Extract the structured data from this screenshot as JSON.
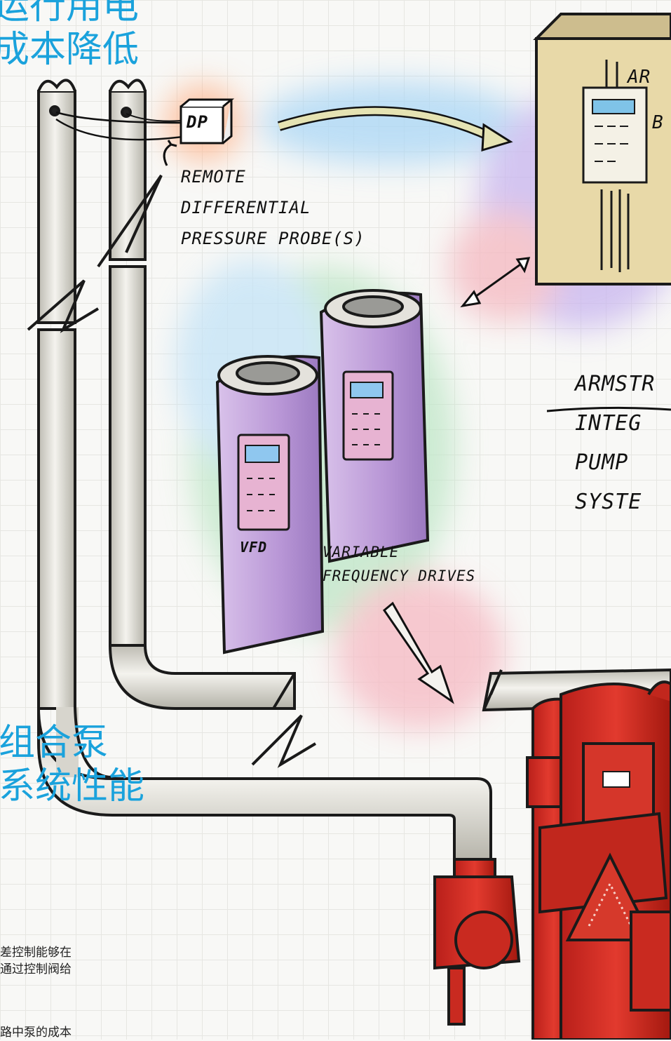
{
  "top_heading": {
    "line1": "运行用电",
    "line2": "成本降低"
  },
  "mid_heading": {
    "line1": "组合泵",
    "line2": "系统性能"
  },
  "body": {
    "para1_line1": "差控制能够在",
    "para1_line2": "通过控制阀给",
    "para2_line1": "路中泵的成本"
  },
  "labels": {
    "dp": "DP",
    "remote": [
      "REMOTE",
      "DIFFERENTIAL",
      "PRESSURE PROBE(S)"
    ],
    "vfd_badge": "VFD",
    "vfd": [
      "VARIABLE",
      "FREQUENCY DRIVES"
    ],
    "cabinet": [
      "AR",
      "B"
    ],
    "system": [
      "ARMSTR",
      "INTEG",
      "PUMP",
      "SYSTE"
    ]
  },
  "colors": {
    "heading": "#1aa2dc",
    "pump_red": "#d42b22",
    "drive_purple": "#c8a8e0",
    "cabinet_tan": "#e8d9a8",
    "pipe": "#e6e4dc"
  }
}
